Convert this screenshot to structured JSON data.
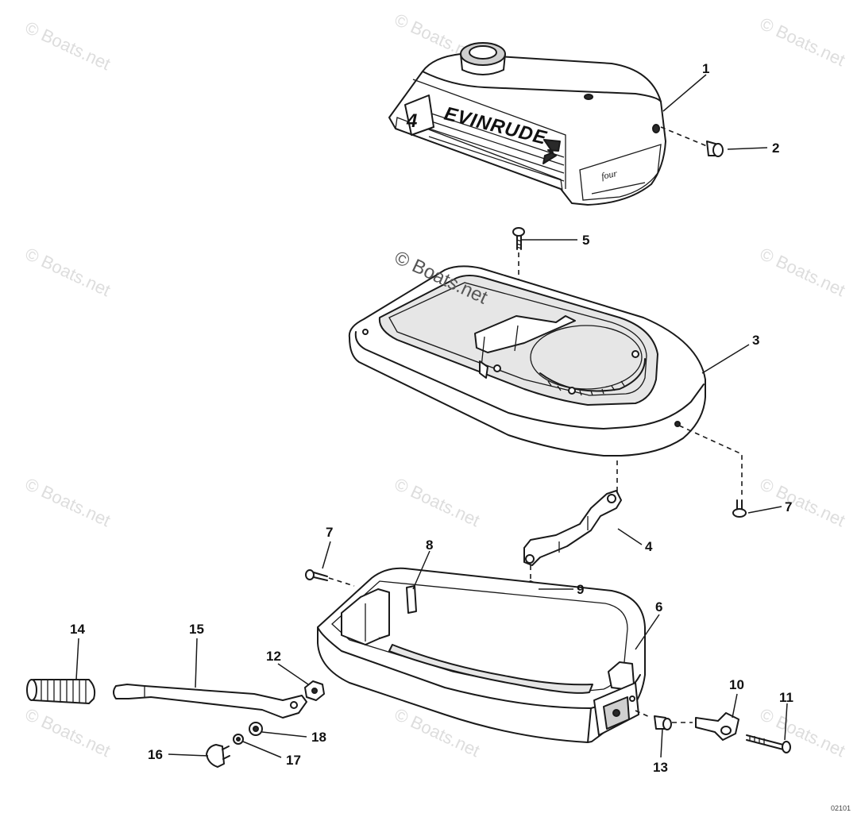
{
  "diagram": {
    "watermark": "© Boats.net",
    "center_watermark": "© Boats.net",
    "cowl_brand": "EVINRUDE",
    "cowl_model_numeral": "4",
    "cowl_side_text": "four",
    "corner_code": "02101",
    "callouts": {
      "c1": "1",
      "c2": "2",
      "c3": "3",
      "c4": "4",
      "c5": "5",
      "c6": "6",
      "c7a": "7",
      "c7b": "7",
      "c8": "8",
      "c9": "9",
      "c10": "10",
      "c11": "11",
      "c12": "12",
      "c13": "13",
      "c14": "14",
      "c15": "15",
      "c16": "16",
      "c17": "17",
      "c18": "18"
    }
  }
}
